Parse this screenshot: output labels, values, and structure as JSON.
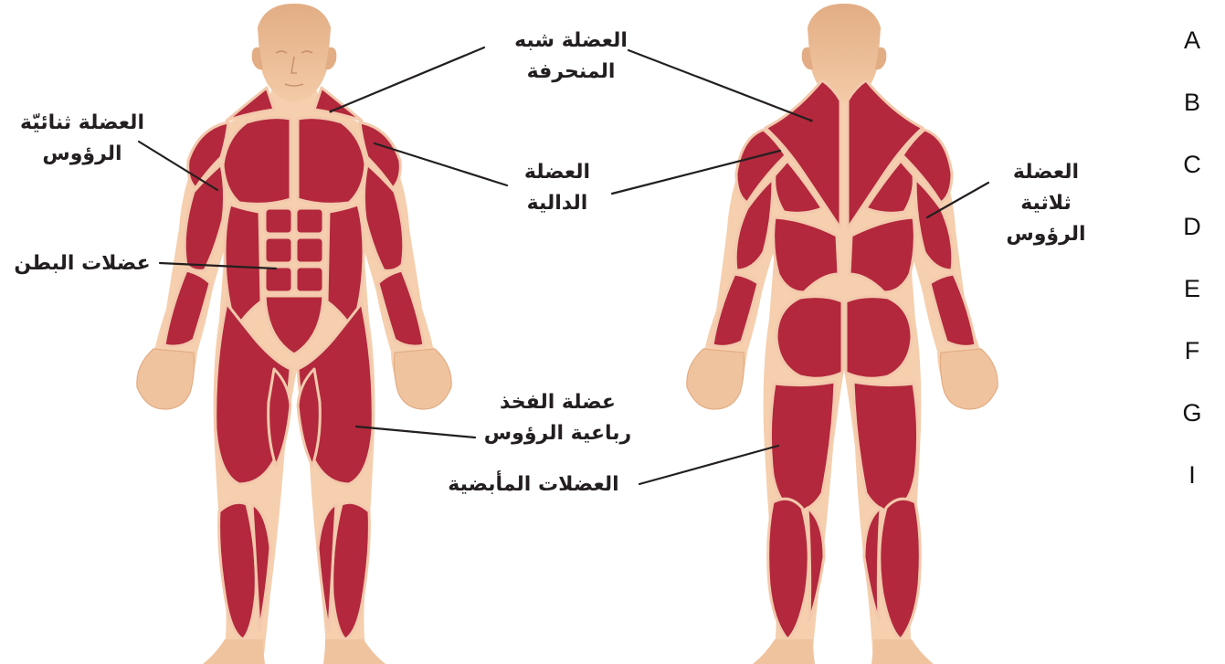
{
  "labels": {
    "trapezius": [
      "العضلة شبه",
      "المنحرفة"
    ],
    "biceps": [
      "العضلة ثنائيّة",
      "الرؤوس"
    ],
    "deltoid": [
      "العضلة",
      "الدالية"
    ],
    "triceps": [
      "العضلة",
      "ثلاثية",
      "الرؤوس"
    ],
    "abdominals": [
      "عضلات البطن"
    ],
    "quadriceps": [
      "عضلة الفخذ",
      "رباعية الرؤوس"
    ],
    "hamstrings": [
      "العضلات المأبضية"
    ]
  },
  "letters": [
    "A",
    "B",
    "C",
    "D",
    "E",
    "F",
    "G",
    "I"
  ],
  "colors": {
    "muscle": "#b3283c",
    "muscle_line": "#f3c9ad",
    "skin": "#f5cfae",
    "skin_dark": "#e9b58d",
    "head_skin": "#eab98f",
    "leader": "#231f20"
  }
}
